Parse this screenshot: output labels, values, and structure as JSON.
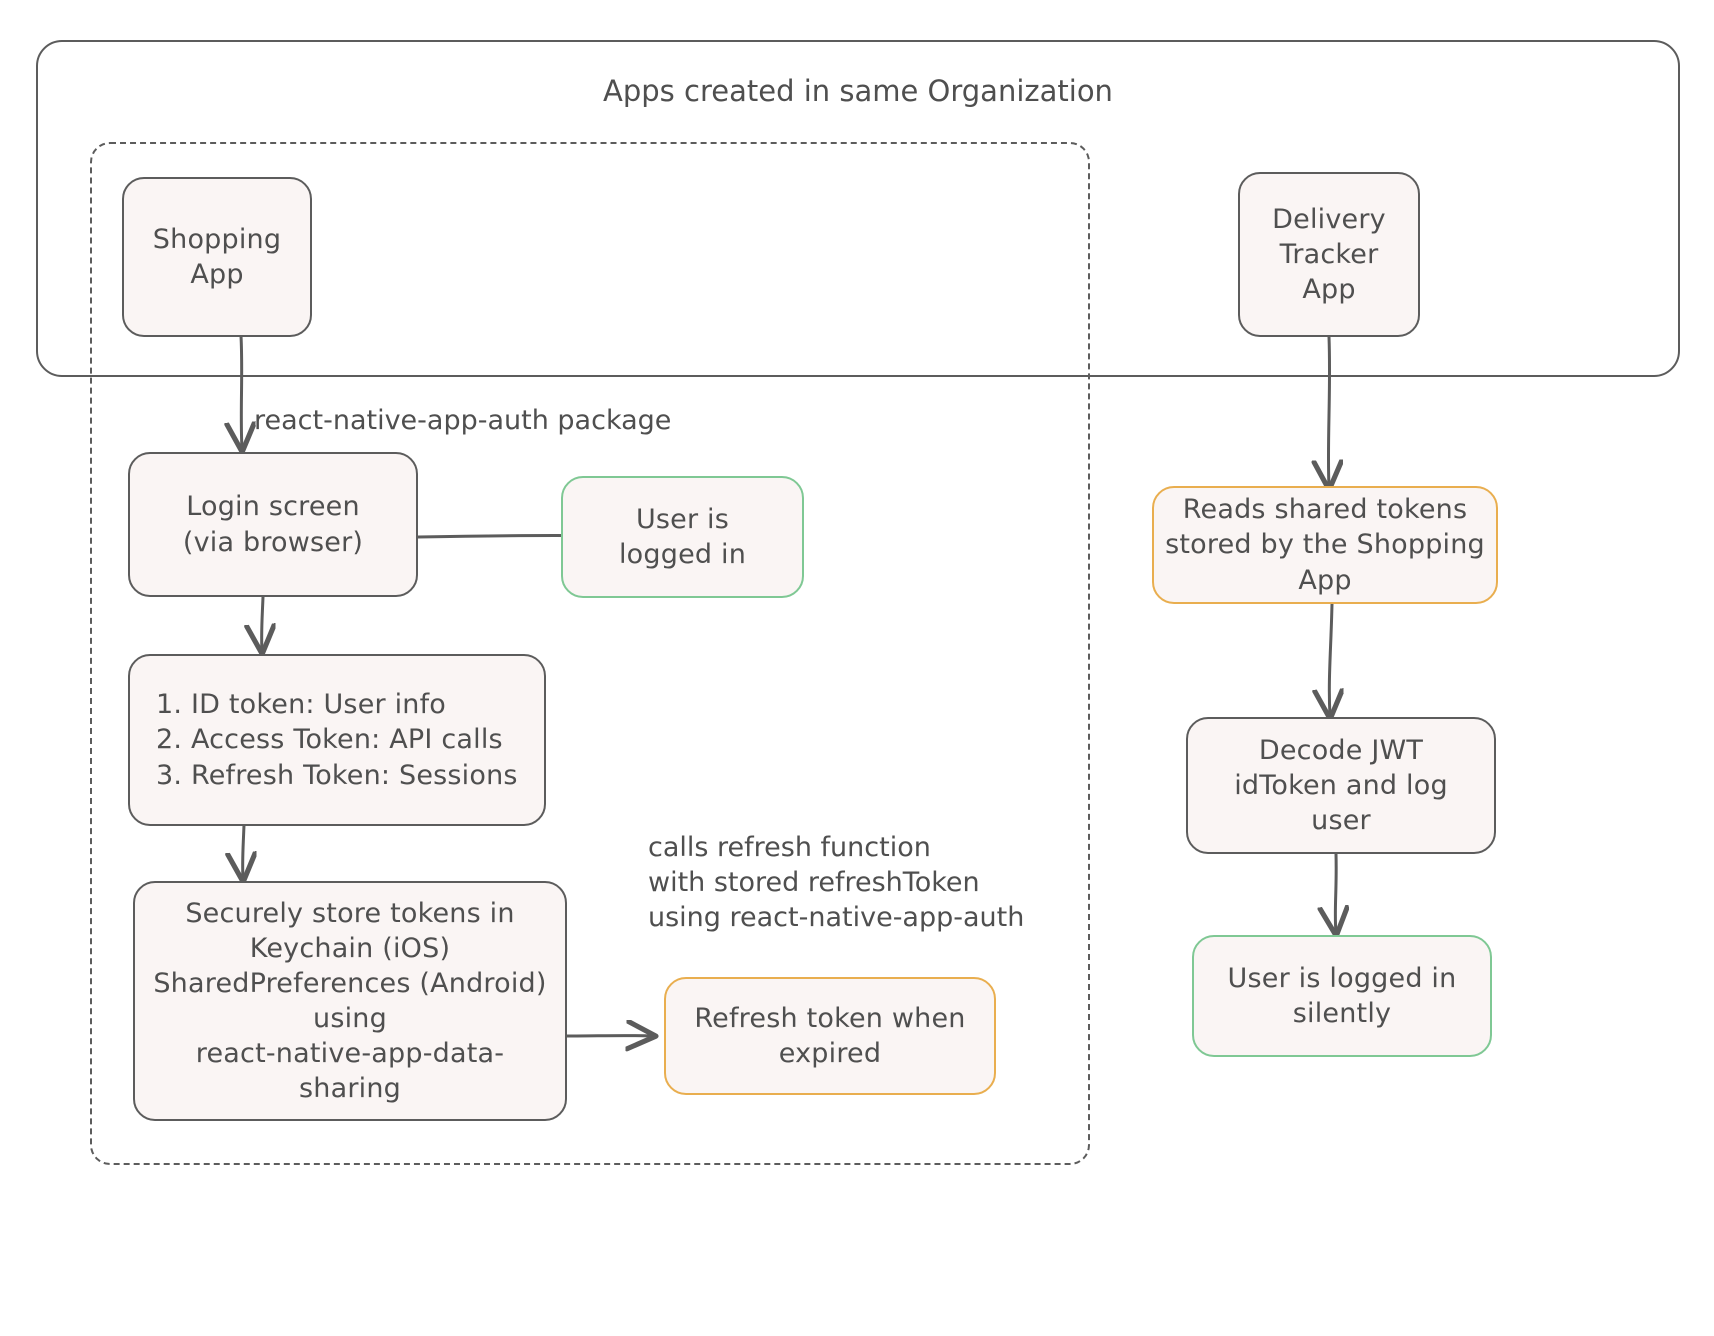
{
  "diagram": {
    "type": "flowchart",
    "style": "hand-drawn-sketch",
    "background": "#ffffff",
    "colors": {
      "stroke": "#5c5c5c",
      "node_fill": "#faf5f4",
      "text": "#4f4f4f",
      "green": "#7fc894",
      "orange": "#e9ae4f"
    }
  },
  "containers": {
    "organization": {
      "title": "Apps created in same Organization",
      "border_style": "solid"
    },
    "shopping_app_scope": {
      "title": "",
      "border_style": "dashed"
    }
  },
  "nodes": {
    "shopping_app": {
      "label": "Shopping\nApp",
      "color": "default"
    },
    "delivery_tracker_app": {
      "label": "Delivery\nTracker\nApp",
      "color": "default"
    },
    "login_screen": {
      "label": "Login screen\n(via browser)",
      "color": "default"
    },
    "user_logged_in": {
      "label": "User is\nlogged in",
      "color": "green"
    },
    "tokens_list": {
      "label": "1. ID token: User info\n2. Access Token: API calls\n3. Refresh Token: Sessions",
      "color": "default"
    },
    "store_tokens": {
      "label": "Securely store tokens in\nKeychain (iOS)\nSharedPreferences (Android)\nusing\nreact-native-app-data-\nsharing",
      "color": "default"
    },
    "refresh_token": {
      "label": "Refresh token when\nexpired",
      "color": "orange"
    },
    "reads_shared_tokens": {
      "label": "Reads shared tokens\nstored by the Shopping\nApp",
      "color": "orange"
    },
    "decode_jwt": {
      "label": "Decode JWT\nidToken and log\nuser",
      "color": "default"
    },
    "user_logged_in_silently": {
      "label": "User is logged in\nsilently",
      "color": "green"
    }
  },
  "edge_labels": {
    "auth_package": "react-native-app-auth package",
    "calls_refresh": "calls refresh function\nwith stored refreshToken\nusing react-native-app-auth"
  },
  "edges": [
    {
      "from": "shopping_app",
      "to": "login_screen",
      "label": "react-native-app-auth package"
    },
    {
      "from": "login_screen",
      "to": "user_logged_in",
      "label": ""
    },
    {
      "from": "login_screen",
      "to": "tokens_list",
      "label": ""
    },
    {
      "from": "tokens_list",
      "to": "store_tokens",
      "label": ""
    },
    {
      "from": "store_tokens",
      "to": "refresh_token",
      "label": "calls refresh function with stored refreshToken using react-native-app-auth"
    },
    {
      "from": "delivery_tracker_app",
      "to": "reads_shared_tokens",
      "label": ""
    },
    {
      "from": "reads_shared_tokens",
      "to": "decode_jwt",
      "label": ""
    },
    {
      "from": "decode_jwt",
      "to": "user_logged_in_silently",
      "label": ""
    }
  ]
}
